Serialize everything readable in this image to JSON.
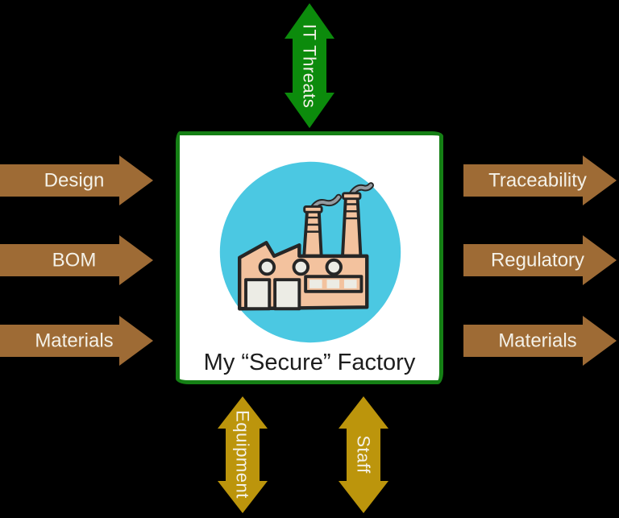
{
  "diagram": {
    "caption": "My “Secure” Factory",
    "icon": "factory-icon"
  },
  "colors": {
    "background": "#000000",
    "box_fill": "#ffffff",
    "box_border_green": "#158015",
    "arrow_green": "#0c8b0c",
    "arrow_brown": "#9e6b35",
    "arrow_gold": "#bc950c",
    "label_text": "#f4f1e8",
    "caption_text": "#1d1d1d",
    "circle_cyan": "#4bc8e2",
    "factory_wall": "#f3c29e",
    "factory_outline": "#262626",
    "window_fill": "#ecece5",
    "smoke_gray": "#959ba0"
  },
  "arrows": {
    "top": [
      {
        "label": "IT Threats"
      }
    ],
    "left": [
      {
        "label": "Design"
      },
      {
        "label": "BOM"
      },
      {
        "label": "Materials"
      }
    ],
    "right": [
      {
        "label": "Traceability"
      },
      {
        "label": "Regulatory"
      },
      {
        "label": "Materials"
      }
    ],
    "bottom": [
      {
        "label": "Equipment"
      },
      {
        "label": "Staff"
      }
    ]
  }
}
